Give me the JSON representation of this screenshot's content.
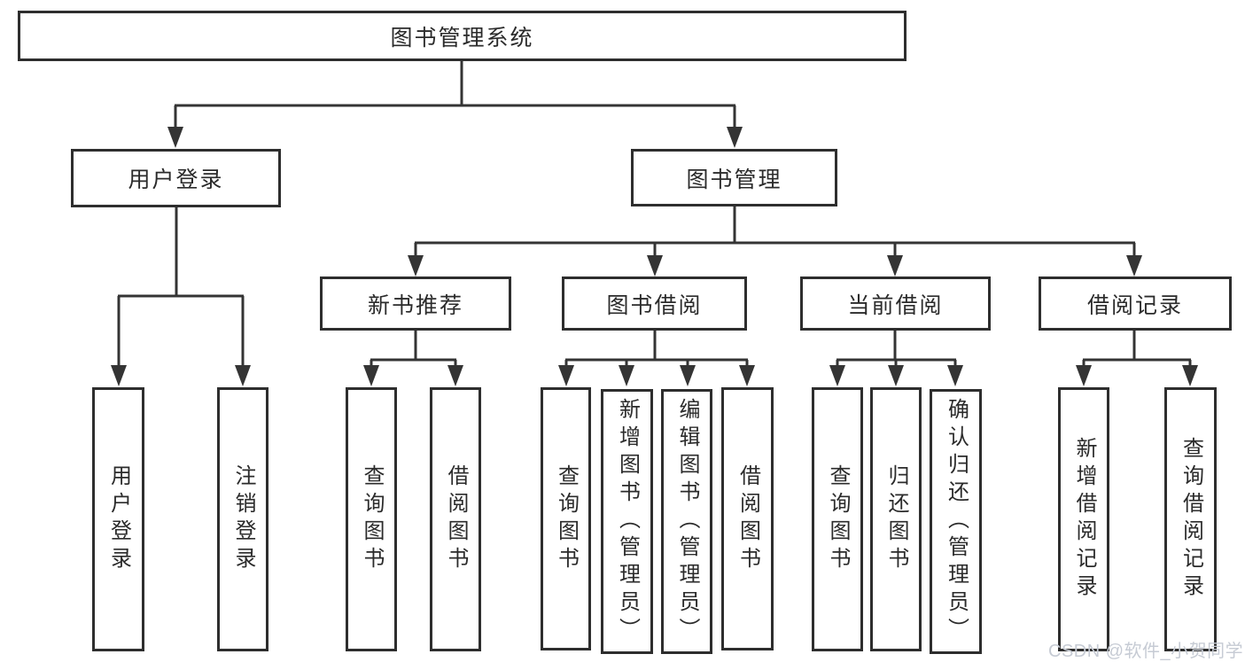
{
  "tree": {
    "root": {
      "label": "图书管理系统"
    },
    "branches": [
      {
        "label": "用户登录",
        "children": [
          {
            "label": "用户登录"
          },
          {
            "label": "注销登录"
          }
        ]
      },
      {
        "label": "图书管理",
        "groups": [
          {
            "label": "新书推荐",
            "children": [
              {
                "label": "查询图书"
              },
              {
                "label": "借阅图书"
              }
            ]
          },
          {
            "label": "图书借阅",
            "children": [
              {
                "label": "查询图书"
              },
              {
                "label": "新增图书（管理员）"
              },
              {
                "label": "编辑图书（管理员）"
              },
              {
                "label": "借阅图书"
              }
            ]
          },
          {
            "label": "当前借阅",
            "children": [
              {
                "label": "查询图书"
              },
              {
                "label": "归还图书"
              },
              {
                "label": "确认归还（管理员）"
              }
            ]
          },
          {
            "label": "借阅记录",
            "children": [
              {
                "label": "新增借阅记录"
              },
              {
                "label": "查询借阅记录"
              }
            ]
          }
        ]
      }
    ]
  },
  "watermark": {
    "text": "CSDN @软件_小贺同学",
    "color": "#c6cbd4"
  },
  "colors": {
    "line": "#343434",
    "box_border": "#2e2e2e",
    "box_background": "#ffffff",
    "text": "#2b2b2b",
    "background": "#ffffff"
  }
}
